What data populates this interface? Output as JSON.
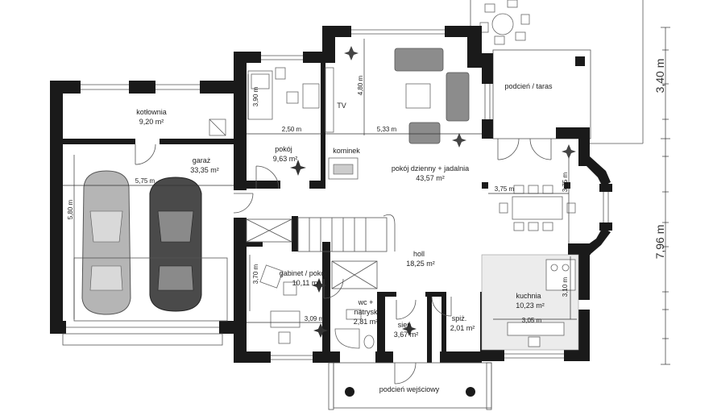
{
  "rooms": {
    "kotlownia": {
      "name": "kotłownia",
      "area": "9,20 m²"
    },
    "garaz": {
      "name": "garaż",
      "area": "33,35 m²"
    },
    "pokoj": {
      "name": "pokój",
      "area": "9,63 m²"
    },
    "kominek": {
      "name": "kominek"
    },
    "tv": {
      "name": "TV"
    },
    "dzienny": {
      "name": "pokój dzienny + jadalnia",
      "area": "43,57 m²"
    },
    "podcien_taras": {
      "name": "podcień / taras"
    },
    "holl": {
      "name": "holl",
      "area": "18,25 m²"
    },
    "gabinet": {
      "name": "gabinet / pokój",
      "area": "10,11 m²"
    },
    "wc": {
      "name_1": "wc +",
      "name_2": "natrysk",
      "area": "2,81 m²"
    },
    "sien": {
      "name": "sień",
      "area": "3,67 m²"
    },
    "spiz": {
      "name": "spiż.",
      "area": "2,01 m²"
    },
    "kuchnia": {
      "name": "kuchnia",
      "area": "10,23 m²"
    },
    "podcien_wejsciowy": {
      "name": "podcień wejściowy"
    }
  },
  "dimensions": {
    "d_390": "3,90 m",
    "d_480": "4,80 m",
    "d_250": "2,50 m",
    "d_533": "5,33 m",
    "d_575": "5,75 m",
    "d_580": "5,80 m",
    "d_375h": "3,75 m",
    "d_375v": "3,75 m",
    "d_370": "3,70 m",
    "d_309": "3,09 m",
    "d_310": "3,10 m",
    "d_305": "3,05 m",
    "d_340": "3,40 m",
    "d_796": "7,96 m"
  }
}
